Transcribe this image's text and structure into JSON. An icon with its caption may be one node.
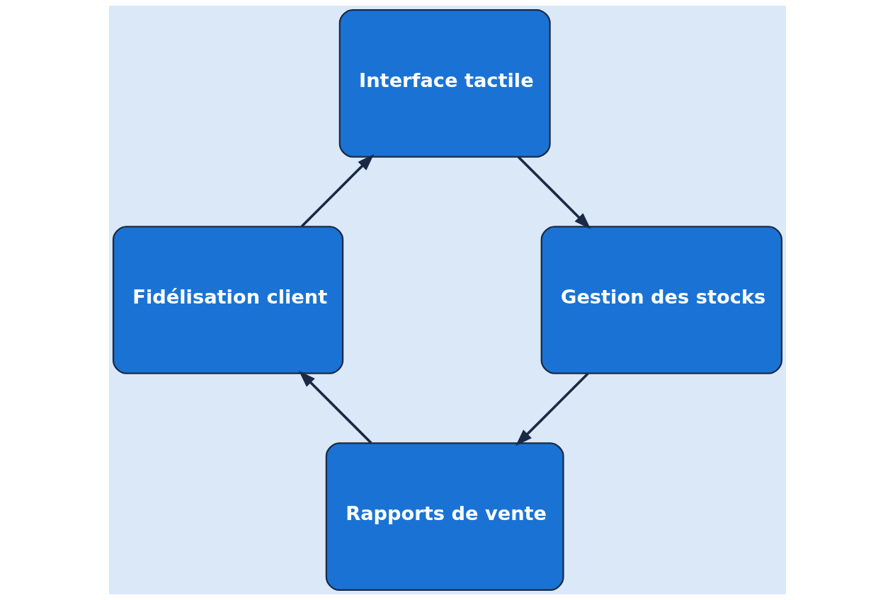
{
  "diagram": {
    "nodes": [
      {
        "text": [
          "Interface tactile"
        ]
      },
      {
        "text": [
          "Gestion des stocks"
        ]
      },
      {
        "text": [
          "Rapports de vente"
        ]
      },
      {
        "text": [
          "Fidélisation client"
        ]
      }
    ],
    "edges": [
      {
        "from": 0,
        "to": 1,
        "arrow": "to"
      },
      {
        "from": 1,
        "to": 2,
        "arrow": "to"
      },
      {
        "from": 2,
        "to": 3,
        "arrow": "to"
      },
      {
        "from": 3,
        "to": 0,
        "arrow": "to"
      }
    ]
  }
}
